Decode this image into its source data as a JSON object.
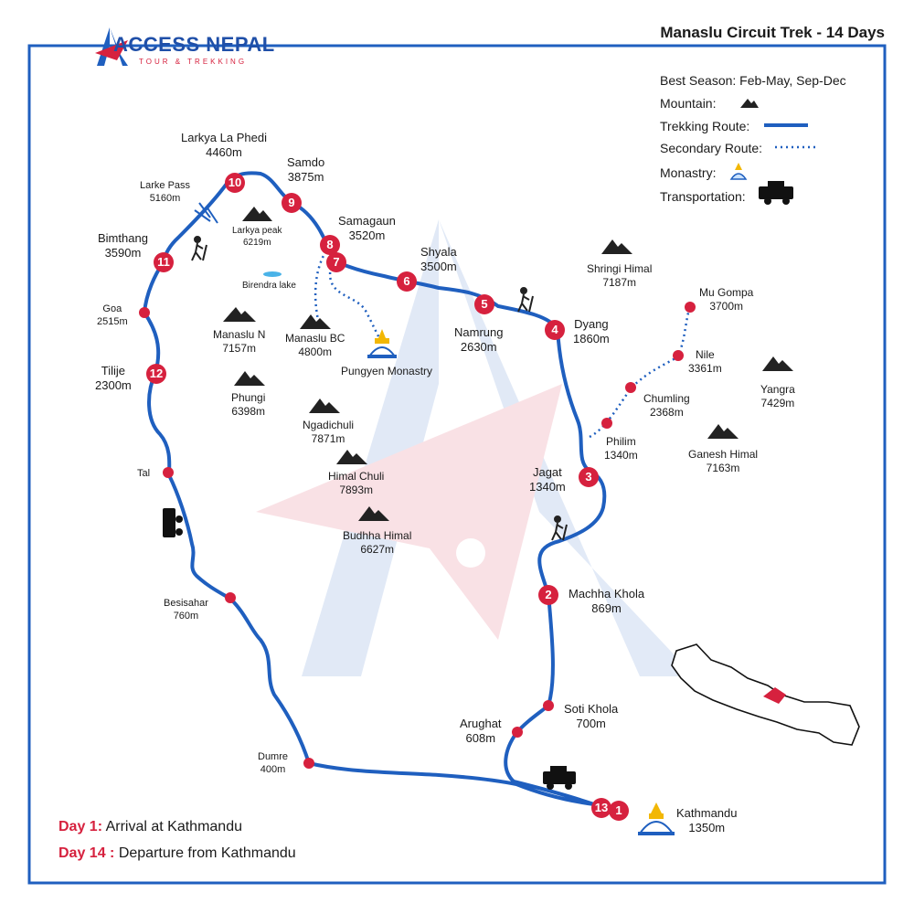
{
  "logo": {
    "name": "ACCESS NEPAL",
    "tagline": "TOUR & TREKKING"
  },
  "title": "Manaslu Circuit Trek - 14 Days",
  "legend": {
    "season": "Best Season: Feb-May, Sep-Dec",
    "mountain": "Mountain:",
    "trekking_route": "Trekking Route:",
    "secondary_route": "Secondary Route:",
    "monastery": "Monastry:",
    "transportation": "Transportation:"
  },
  "colors": {
    "route": "#1f5fbf",
    "pin": "#d6213e",
    "text": "#1a1a1a",
    "border": "#1f5fbf"
  },
  "stops": {
    "s1": "1",
    "s2": "2",
    "s3": "3",
    "s4": "4",
    "s5": "5",
    "s6": "6",
    "s7": "7",
    "s8": "8",
    "s9": "9",
    "s10": "10",
    "s11": "11",
    "s12": "12",
    "s13": "13"
  },
  "places": {
    "larkya_phedi": {
      "name": "Larkya La Phedi",
      "alt": "4460m"
    },
    "samdo": {
      "name": "Samdo",
      "alt": "3875m"
    },
    "samagaun": {
      "name": "Samagaun",
      "alt": "3520m"
    },
    "shyala": {
      "name": "Shyala",
      "alt": "3500m"
    },
    "namrung": {
      "name": "Namrung",
      "alt": "2630m"
    },
    "dyang": {
      "name": "Dyang",
      "alt": "1860m"
    },
    "jagat": {
      "name": "Jagat",
      "alt": "1340m"
    },
    "machha_khola": {
      "name": "Machha Khola",
      "alt": "869m"
    },
    "soti_khola": {
      "name": "Soti Khola",
      "alt": "700m"
    },
    "arughat": {
      "name": "Arughat",
      "alt": "608m"
    },
    "kathmandu": {
      "name": "Kathmandu",
      "alt": "1350m"
    },
    "dumre": {
      "name": "Dumre",
      "alt": "400m"
    },
    "besisahar": {
      "name": "Besisahar",
      "alt": "760m"
    },
    "tal": {
      "name": "Tal"
    },
    "tilije": {
      "name": "Tilije",
      "alt": "2300m"
    },
    "goa": {
      "name": "Goa",
      "alt": "2515m"
    },
    "bimthang": {
      "name": "Bimthang",
      "alt": "3590m"
    },
    "larke_pass": {
      "name": "Larke Pass",
      "alt": "5160m"
    },
    "larkya_peak": {
      "name": "Larkya peak",
      "alt": "6219m"
    },
    "birendra_lake": {
      "name": "Birendra lake"
    },
    "manaslu_n": {
      "name": "Manaslu N",
      "alt": "7157m"
    },
    "manaslu_bc": {
      "name": "Manaslu BC",
      "alt": "4800m"
    },
    "pungyen": {
      "name": "Pungyen Monastry"
    },
    "phungi": {
      "name": "Phungi",
      "alt": "6398m"
    },
    "ngadichuli": {
      "name": "Ngadichuli",
      "alt": "7871m"
    },
    "himal_chuli": {
      "name": "Himal Chuli",
      "alt": "7893m"
    },
    "buddha_himal": {
      "name": "Budhha Himal",
      "alt": "6627m"
    },
    "shringi": {
      "name": "Shringi Himal",
      "alt": "7187m"
    },
    "mu_gompa": {
      "name": "Mu Gompa",
      "alt": "3700m"
    },
    "nile": {
      "name": "Nile",
      "alt": "3361m"
    },
    "chumling": {
      "name": "Chumling",
      "alt": "2368m"
    },
    "philim": {
      "name": "Philim",
      "alt": "1340m"
    },
    "yangra": {
      "name": "Yangra",
      "alt": "7429m"
    },
    "ganesh": {
      "name": "Ganesh Himal",
      "alt": "7163m"
    }
  },
  "itinerary": {
    "day1_label": "Day 1:",
    "day1_text": " Arrival at Kathmandu",
    "day14_label": "Day 14 :",
    "day14_text": " Departure from Kathmandu"
  }
}
